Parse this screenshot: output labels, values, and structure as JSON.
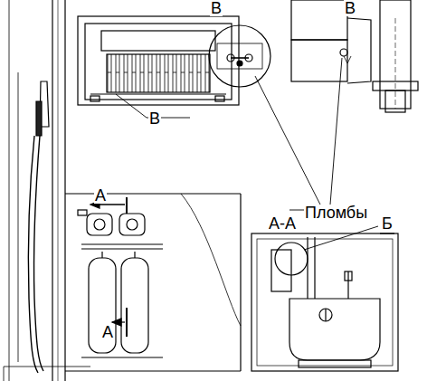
{
  "diagram": {
    "labels": [
      "В",
      "В",
      "В",
      "Пломбы",
      "А",
      "А-А",
      "Б",
      "А"
    ]
  }
}
